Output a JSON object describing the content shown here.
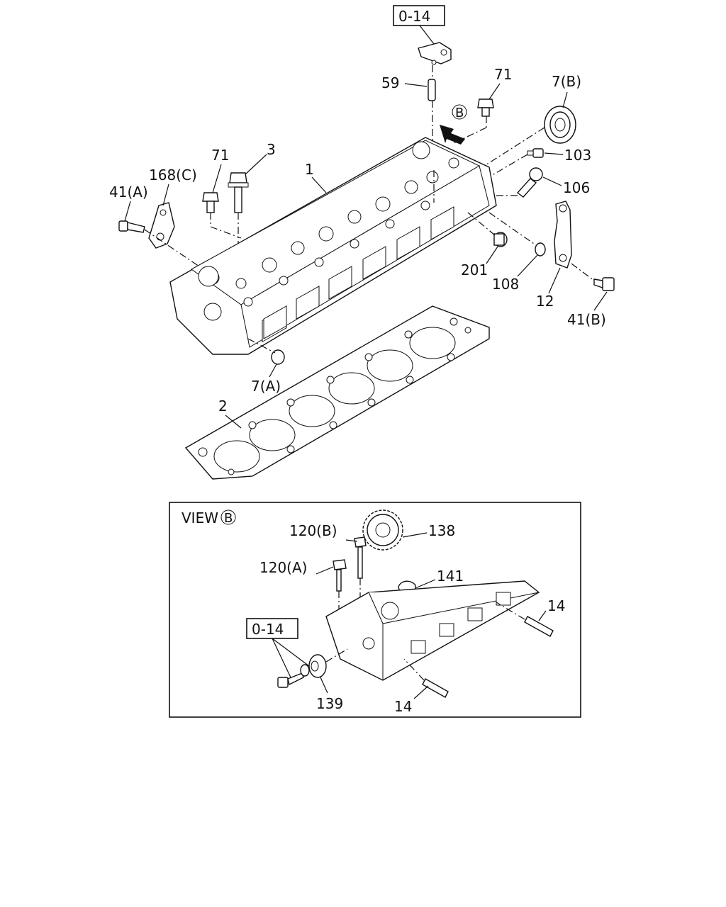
{
  "references": {
    "top": "0-14",
    "view": "0-14"
  },
  "view_title": "VIEW",
  "view_marker": "B",
  "labels": {
    "l59": "59",
    "l71_top": "71",
    "l7b": "7(B)",
    "lB_arrow": "B",
    "l103": "103",
    "l106": "106",
    "l71_left": "71",
    "l3": "3",
    "l1": "1",
    "l168c": "168(C)",
    "l41a": "41(A)",
    "l201": "201",
    "l108": "108",
    "l12": "12",
    "l41b": "41(B)",
    "l7a": "7(A)",
    "l2": "2",
    "l120b": "120(B)",
    "l138": "138",
    "l120a": "120(A)",
    "l141": "141",
    "l14_right": "14",
    "l139": "139",
    "l14_bottom": "14"
  }
}
